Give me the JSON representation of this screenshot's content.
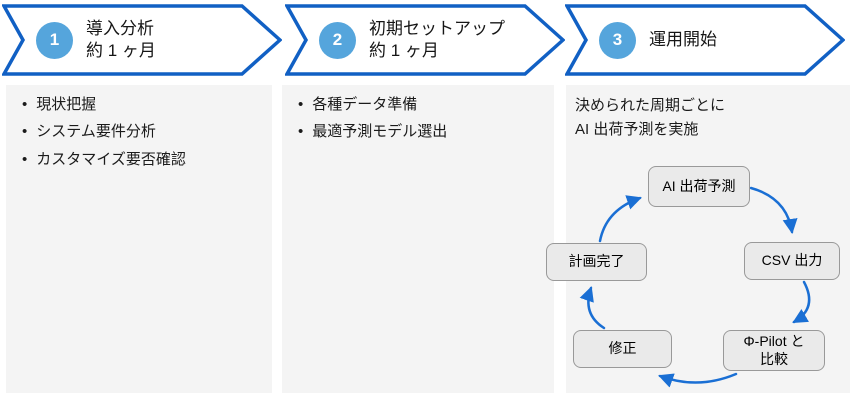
{
  "colors": {
    "chevron_border": "#1160C4",
    "chevron_fill": "#FFFFFF",
    "step_badge_blue": "#55A5DC",
    "panel_background": "#F4F4F4",
    "cycle_arrow_blue": "#1A6FD4",
    "cycle_node_fill": "#EAEAEA",
    "cycle_node_border": "#999999"
  },
  "glyphs": {
    "bullet": "•"
  },
  "steps": [
    {
      "number": "1",
      "title": "導入分析",
      "duration": "約 1 ヶ月",
      "bullets": [
        "現状把握",
        "システム要件分析",
        "カスタマイズ要否確認"
      ]
    },
    {
      "number": "2",
      "title": "初期セットアップ",
      "duration": "約 1 ヶ月",
      "bullets": [
        "各種データ準備",
        "最適予測モデル選出"
      ]
    },
    {
      "number": "3",
      "title": "運用開始",
      "description_line1": "決められた周期ごとに",
      "description_line2": "AI 出荷予測を実施"
    }
  ],
  "cycle": {
    "nodes": [
      {
        "label": "AI 出荷予測"
      },
      {
        "label": "CSV 出力"
      },
      {
        "label": "Φ-Pilot と",
        "label2": "比較"
      },
      {
        "label": "修正"
      },
      {
        "label": "計画完了"
      }
    ]
  }
}
